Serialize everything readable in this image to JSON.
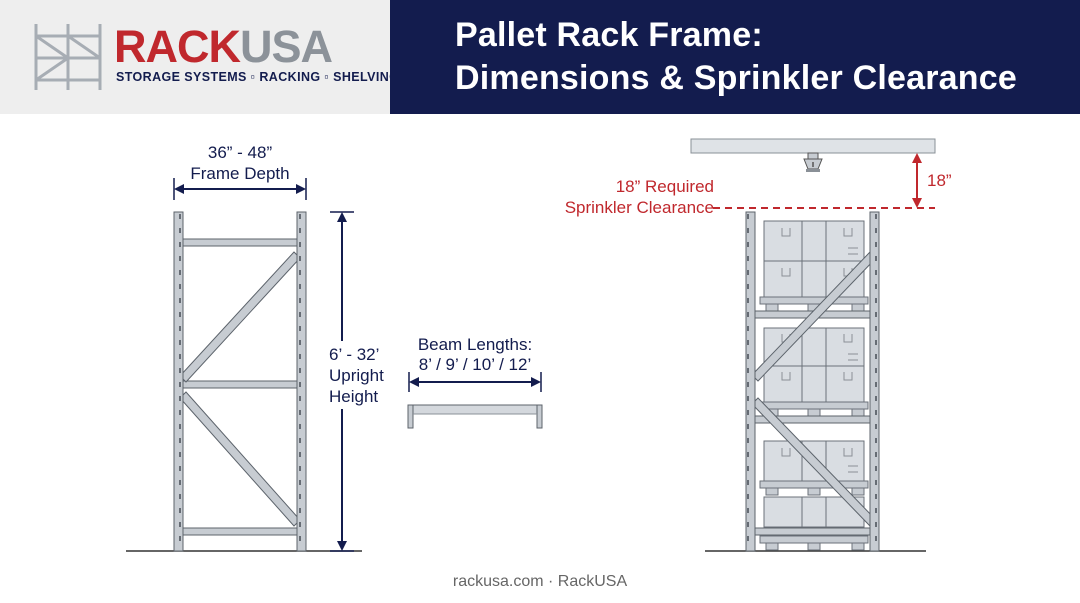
{
  "brand": {
    "name_part1": "RACK",
    "name_part2": "USA",
    "tagline": "STORAGE SYSTEMS ▫ RACKING ▫ SHELVING",
    "logo_icon": "rack-frame-icon",
    "colors": {
      "red": "#c0282d",
      "gray": "#8c9299",
      "navy": "#131c4e"
    }
  },
  "title": {
    "line1": "Pallet Rack Frame:",
    "line2": "Dimensions & Sprinkler Clearance"
  },
  "frame": {
    "depth_value": "36” - 48”",
    "depth_label": "Frame Depth",
    "height_line1": "6’ - 32’",
    "height_line2": "Upright",
    "height_line3": "Height"
  },
  "beam": {
    "label_line1": "Beam Lengths:",
    "label_line2": "8’ / 9’ / 10’ / 12’"
  },
  "sprinkler": {
    "required_line1": "18” Required",
    "required_line2": "Sprinkler Clearance",
    "gap_label": "18”"
  },
  "footer": "rackusa.com · RackUSA"
}
